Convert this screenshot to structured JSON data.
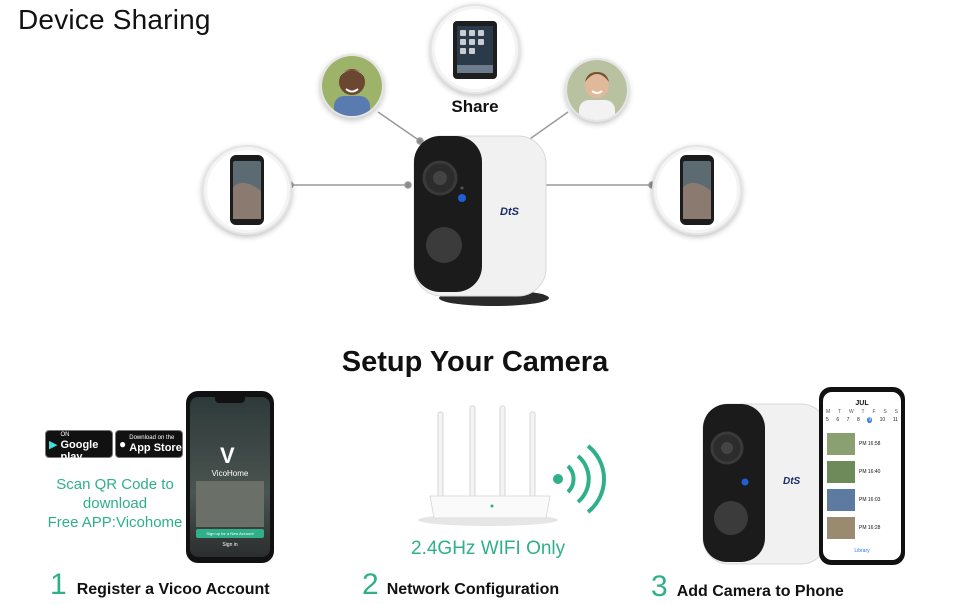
{
  "title": "Device Sharing",
  "share_label": "Share",
  "setup_title": "Setup Your Camera",
  "camera_brand": "DtS",
  "badges": {
    "google": {
      "small": "ANDROID APP ON",
      "big": "Google play"
    },
    "apple": {
      "small": "Download on the",
      "big": "App Store"
    }
  },
  "qr_text": [
    "Scan QR Code to",
    "download",
    "Free APP:Vicohome"
  ],
  "app": {
    "name": "VicoHome",
    "signup": "Sign up for a New Account",
    "signin": "Sign in"
  },
  "wifi_note": "2.4GHz WIFI Only",
  "steps": [
    {
      "num": "1",
      "label": "Register a Vicoo Account"
    },
    {
      "num": "2",
      "label": "Network Configuration"
    },
    {
      "num": "3",
      "label": "Add Camera to Phone"
    }
  ],
  "phone_ui": {
    "month": "JUL",
    "days": [
      "M",
      "T",
      "W",
      "T",
      "F",
      "S",
      "S"
    ],
    "dates": [
      "5",
      "6",
      "7",
      "8",
      "9",
      "10",
      "11"
    ],
    "entries": [
      "PM 16:58",
      "PM 16:40",
      "PM 16:03",
      "PM 16:28"
    ],
    "tab": "Library"
  },
  "colors": {
    "accent": "#2fb08a",
    "blue_led": "#1f5fd6"
  }
}
